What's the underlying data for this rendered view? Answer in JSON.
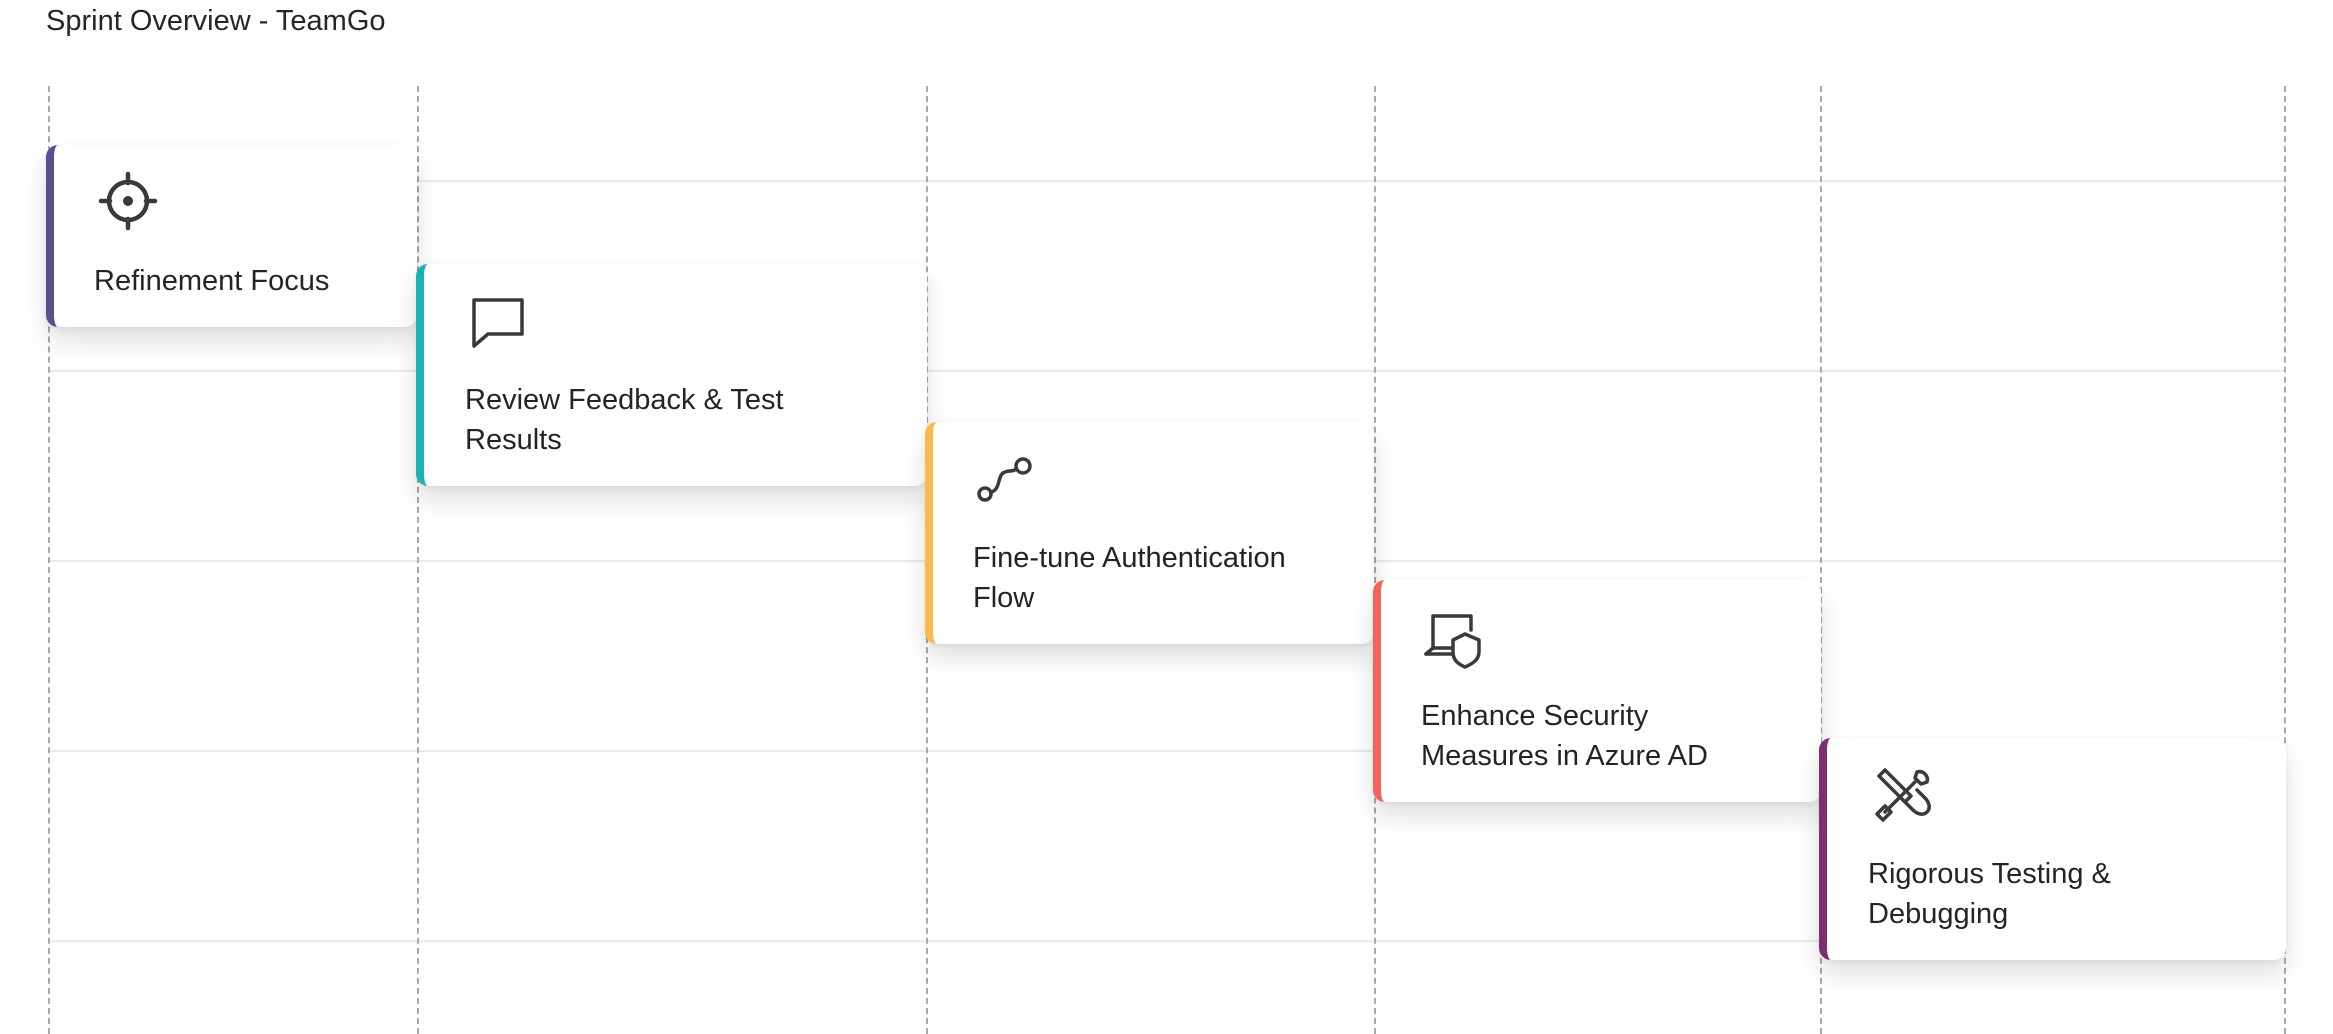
{
  "window": {
    "title": "Sprint Overview - TeamGo"
  },
  "cards": [
    {
      "label": "Refinement Focus",
      "icon": "crosshair-icon",
      "accent": "#5b4f8e"
    },
    {
      "label": "Review Feedback & Test Results",
      "icon": "chat-bubble-icon",
      "accent": "#1cb3b3"
    },
    {
      "label": "Fine-tune Authentication Flow",
      "icon": "route-icon",
      "accent": "#f8bb4a"
    },
    {
      "label": "Enhance Security Measures in Azure AD",
      "icon": "laptop-shield-icon",
      "accent": "#f4645c"
    },
    {
      "label": "Rigorous Testing & Debugging",
      "icon": "tools-icon",
      "accent": "#7d3070"
    }
  ],
  "colors": {
    "grid_line": "#ebebeb",
    "column_divider": "#a9a9a9",
    "icon_stroke": "#3a3a3a",
    "text": "#242424"
  }
}
